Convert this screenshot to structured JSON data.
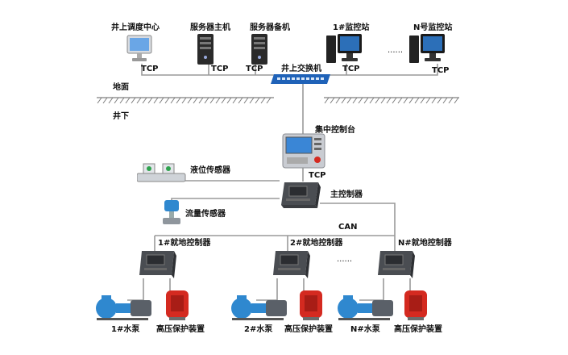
{
  "top": {
    "dispatch_center": "井上调度中心",
    "server_main": "服务器主机",
    "server_backup": "服务器备机",
    "monitor_1": "1#监控站",
    "monitor_n": "N号监控站",
    "ellipsis": "......",
    "tcp": "TCP",
    "switch": "井上交换机"
  },
  "ground": {
    "surface": "地面",
    "underground": "井下"
  },
  "middle": {
    "console": "集中控制台",
    "tcp": "TCP",
    "main_controller": "主控制器",
    "level_sensor": "液位传感器",
    "flow_sensor": "流量传感器",
    "can": "CAN"
  },
  "bottom": {
    "local_1": "1#就地控制器",
    "local_2": "2#就地控制器",
    "local_n": "N#就地控制器",
    "ellipsis": "......",
    "pump_1": "1#水泵",
    "pump_2": "2#水泵",
    "pump_n": "N#水泵",
    "hv_protect": "高压保护装置"
  },
  "colors": {
    "line": "#9a9a9a",
    "ground": "#7f7f7f",
    "pump": "#2f88cf",
    "protect": "#d42a20",
    "controller": "#4a4d52",
    "switch": "#1f62b8"
  }
}
